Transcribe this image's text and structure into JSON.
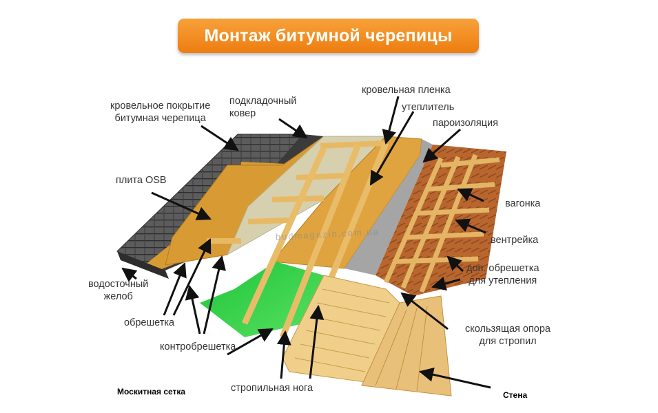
{
  "title": "Монтаж битумной черепицы",
  "watermark": "budmagazin.com.ua",
  "labels": {
    "roof_covering": [
      "кровельное покрытие",
      "битумная черепица"
    ],
    "underlay": [
      "подкладочный",
      "ковер"
    ],
    "roof_film": "кровельная пленка",
    "insulation": "утеплитель",
    "vapor_barrier": "пароизоляция",
    "osb": "плита OSB",
    "lining": "вагонка",
    "vent": "вентрейка",
    "extra_batten": [
      "доп. обрешетка",
      "для утепления"
    ],
    "gutter": [
      "водосточный",
      "желоб"
    ],
    "sliding_support": [
      "скользящая опора",
      "для стропил"
    ],
    "batten": "обрешетка",
    "counter_batten": "контробрешетка",
    "mosquito_net": "Москитная сетка",
    "rafter": "стропильная нога",
    "wall": "Стена"
  },
  "colors": {
    "title_bg": "#f08a1e",
    "shingle": "#4a4a4a",
    "osb": "#d89a32",
    "insulation": "#d8d2b0",
    "green_net": "#2ecc45",
    "timber": "#e9bc6a",
    "arrow": "#111111"
  }
}
